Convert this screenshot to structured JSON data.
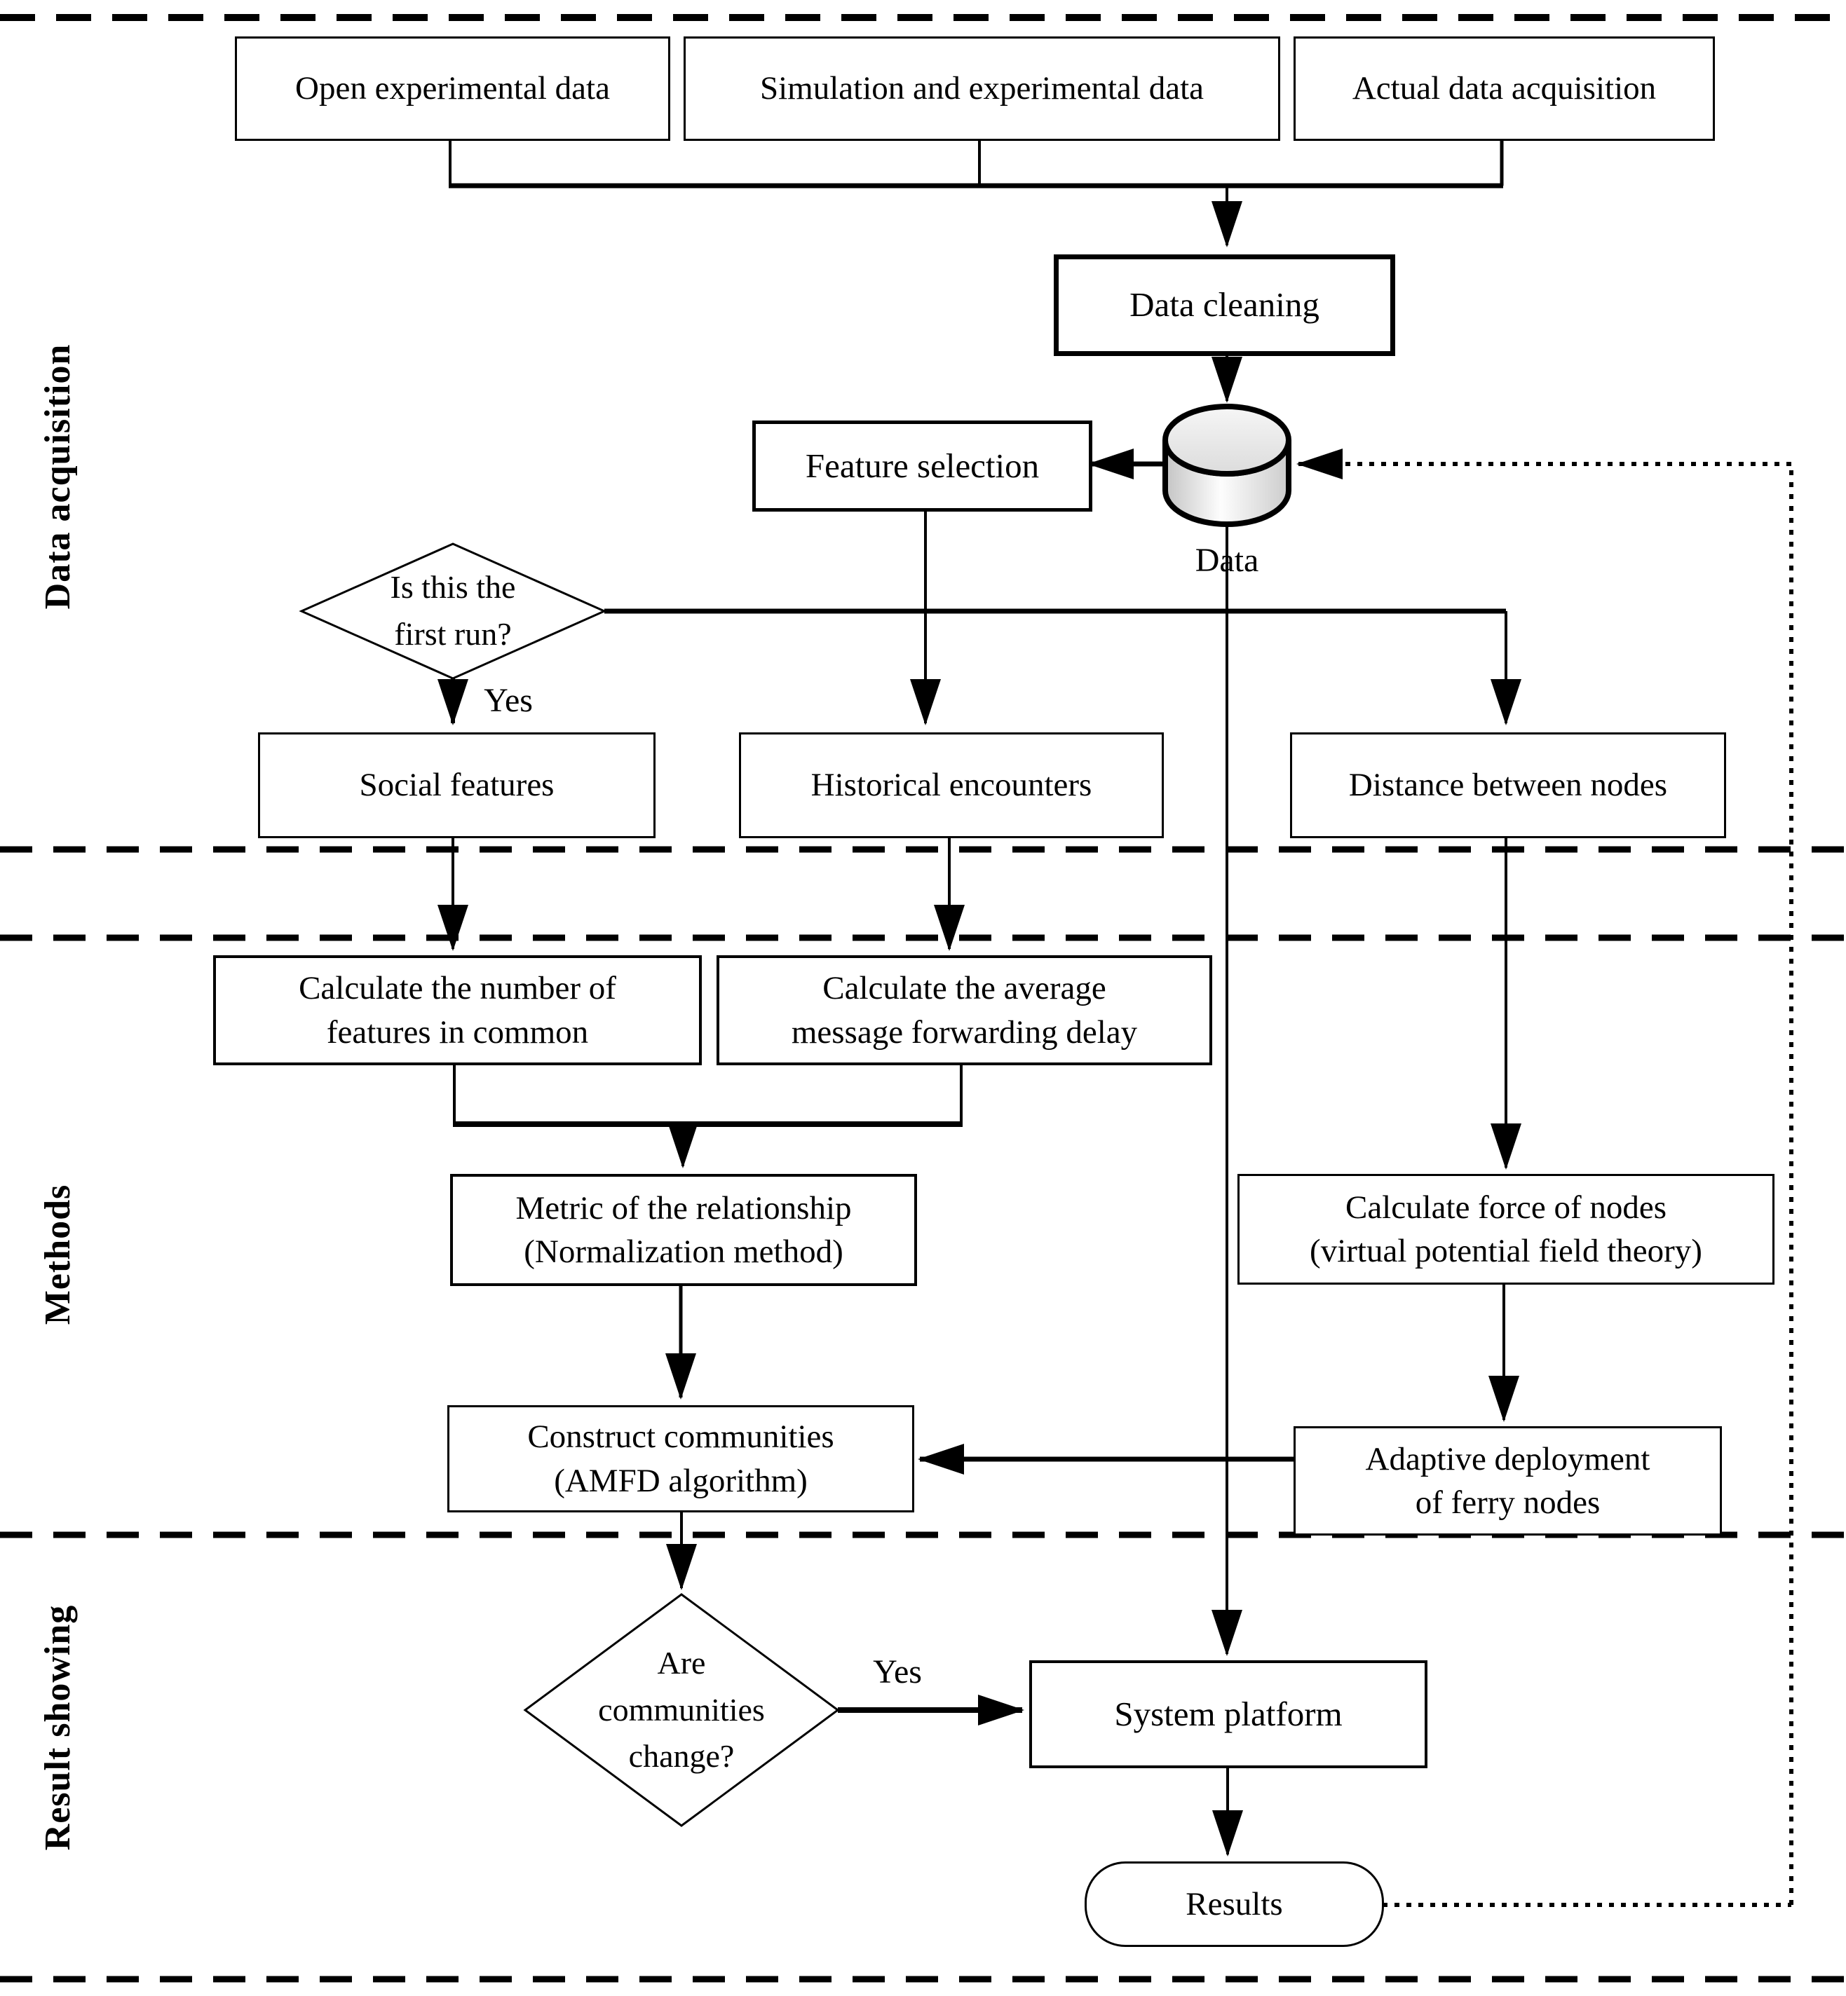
{
  "sections": {
    "acquisition_label": "Data acquisition",
    "methods_label": "Methods",
    "results_label": "Result showing"
  },
  "nodes": {
    "open_data": "Open experimental data",
    "sim_data": "Simulation and experimental data",
    "actual_data": "Actual data acquisition",
    "data_cleaning": "Data cleaning",
    "feature_selection": "Feature selection",
    "database_label": "Data",
    "first_run": {
      "l1": "Is this the",
      "l2": "first run?"
    },
    "first_run_yes": "Yes",
    "social": "Social features",
    "historical": "Historical encounters",
    "distance": "Distance between nodes",
    "calc_common": {
      "l1": "Calculate the number of",
      "l2": "features in common"
    },
    "calc_delay": {
      "l1": "Calculate the average",
      "l2": "message forwarding delay"
    },
    "metric": {
      "l1": "Metric of the relationship",
      "l2": "(Normalization method)"
    },
    "calc_force": {
      "l1": "Calculate force of nodes",
      "l2": "(virtual potential field theory)"
    },
    "construct": {
      "l1": "Construct communities",
      "l2": "(AMFD algorithm)"
    },
    "adaptive": {
      "l1": "Adaptive deployment",
      "l2": "of ferry nodes"
    },
    "community_change": {
      "l1": "Are",
      "l2": "communities",
      "l3": "change?"
    },
    "community_change_yes": "Yes",
    "system_platform": "System platform",
    "results": "Results"
  },
  "colors": {
    "line": "#000000",
    "background": "#ffffff",
    "node_fill": "#ffffff",
    "cylinder_top": "#ededed",
    "cylinder_body_light": "#fdfdfd",
    "cylinder_body_dark": "#c4c4c4"
  }
}
